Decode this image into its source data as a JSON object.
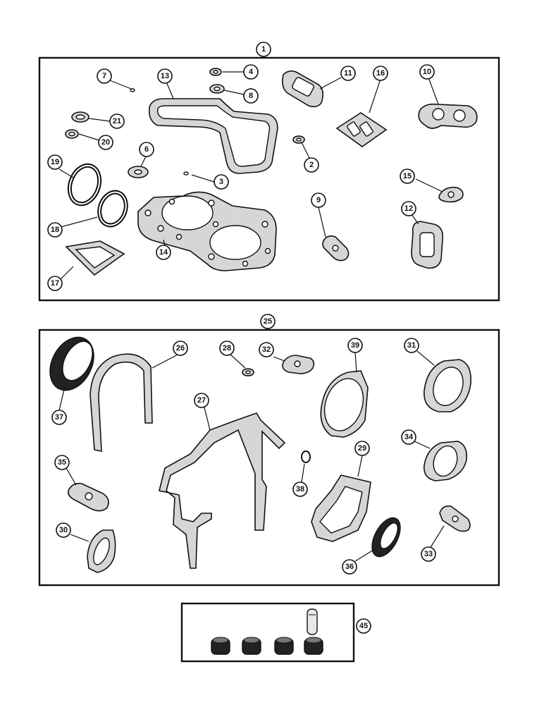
{
  "callouts": {
    "c1": "1",
    "c2": "2",
    "c3": "3",
    "c4": "4",
    "c6": "6",
    "c7": "7",
    "c8": "8",
    "c9": "9",
    "c10": "10",
    "c11": "11",
    "c12": "12",
    "c13": "13",
    "c14": "14",
    "c15": "15",
    "c16": "16",
    "c17": "17",
    "c18": "18",
    "c19": "19",
    "c20": "20",
    "c21": "21",
    "c25": "25",
    "c26": "26",
    "c27": "27",
    "c28": "28",
    "c29": "29",
    "c30": "30",
    "c31": "31",
    "c32": "32",
    "c33": "33",
    "c34": "34",
    "c35": "35",
    "c36": "36",
    "c37": "37",
    "c38": "38",
    "c39": "39",
    "c45": "45"
  },
  "colors": {
    "outline": "#111111",
    "gasket_fill": "#d6d6d6",
    "background": "#ffffff"
  },
  "icons": {
    "leader": "leader-line",
    "callout": "callout-circle"
  }
}
